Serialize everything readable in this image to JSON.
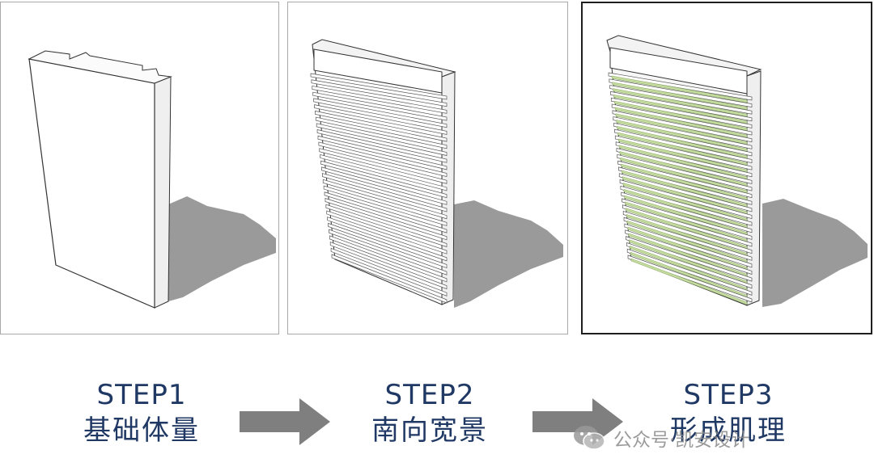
{
  "steps": [
    {
      "title": "STEP1",
      "subtitle": "基础体量"
    },
    {
      "title": "STEP2",
      "subtitle": "南向宽景"
    },
    {
      "title": "STEP3",
      "subtitle": "形成肌理"
    }
  ],
  "watermark": {
    "text": "公众号·凯安设计",
    "icon": "wechat-icon"
  },
  "colors": {
    "text": "#1f3864",
    "arrow": "#7f7f7f",
    "shadow": "#9a9a9a",
    "green": "#c5dca0",
    "outline": "#333333"
  }
}
